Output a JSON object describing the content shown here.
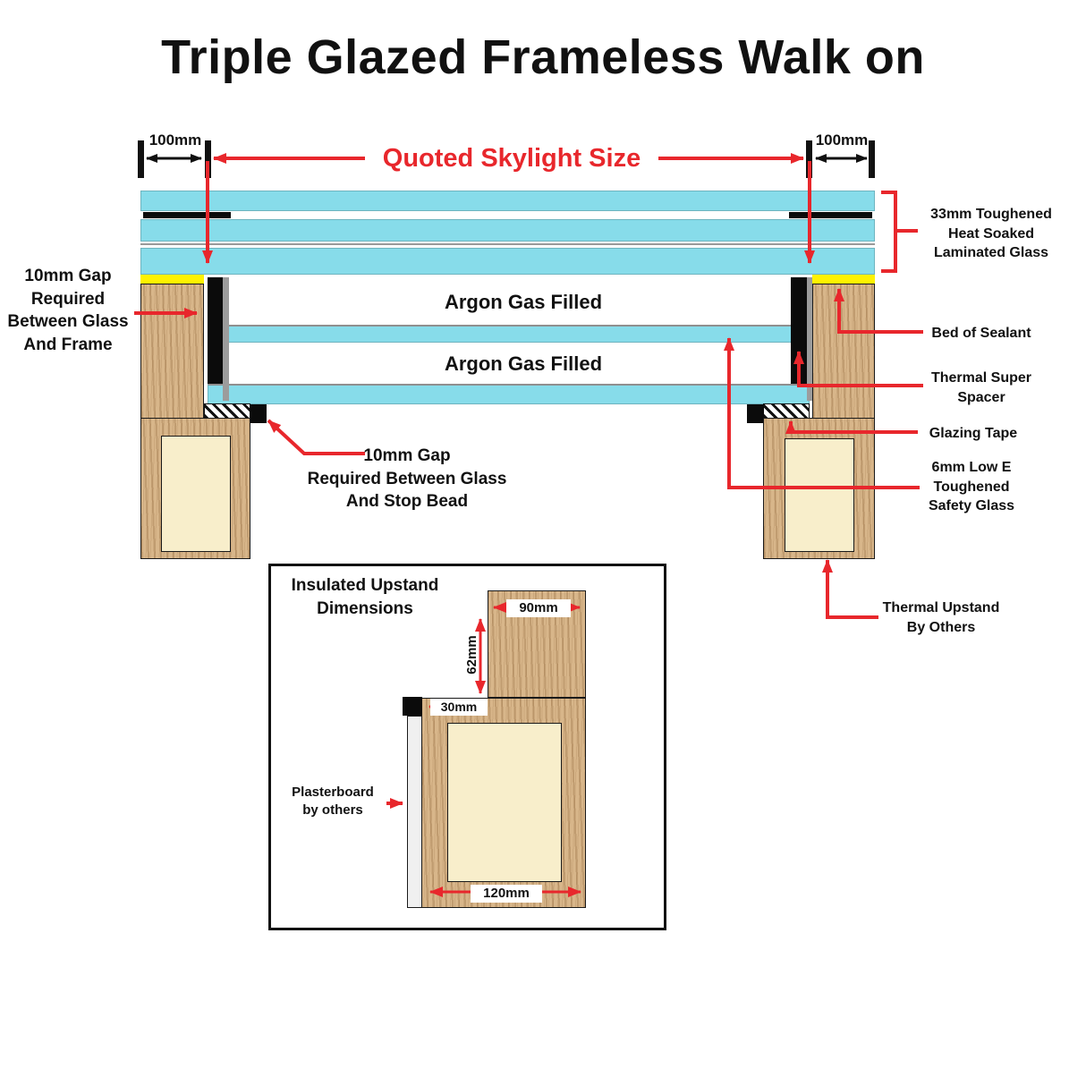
{
  "title": "Triple Glazed Frameless Walk on",
  "diagram": {
    "quoted_size_label": "Quoted Skylight Size",
    "dim_left": "100mm",
    "dim_right": "100mm",
    "argon_top": "Argon Gas Filled",
    "argon_bottom": "Argon Gas Filled"
  },
  "callouts": {
    "gap_frame": "10mm Gap\nRequired\nBetween Glass\nAnd Frame",
    "laminated": "33mm Toughened\nHeat Soaked\nLaminated Glass",
    "sealant": "Bed of Sealant",
    "spacer": "Thermal Super\nSpacer",
    "glazing_tape": "Glazing Tape",
    "low_e": "6mm Low E\nToughened\nSafety Glass",
    "gap_stop_bead": "10mm Gap\nRequired Between Glass\nAnd Stop Bead",
    "thermal_upstand": "Thermal Upstand\nBy Others"
  },
  "inset": {
    "title": "Insulated Upstand\nDimensions",
    "dim_90": "90mm",
    "dim_62": "62mm",
    "dim_30": "30mm",
    "dim_120": "120mm",
    "plasterboard": "Plasterboard\nby others"
  },
  "colors": {
    "glass": "#87DCEA",
    "wood": "#D8B68A",
    "insulation": "#F8EECB",
    "sealant": "#FFF200",
    "accent_red": "#E8272C"
  }
}
